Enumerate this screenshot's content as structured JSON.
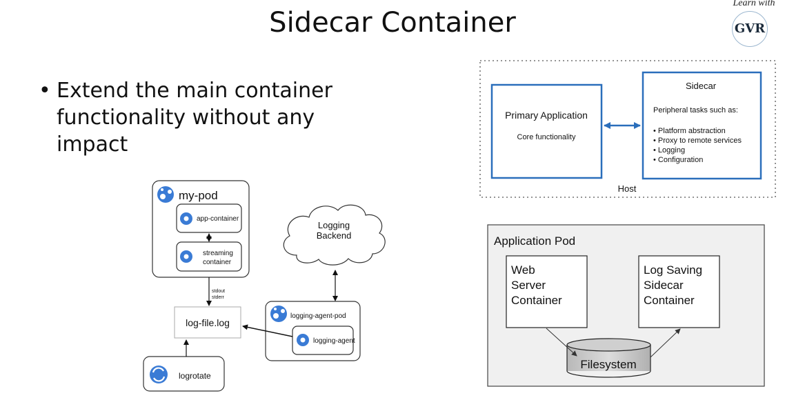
{
  "slide": {
    "title": "Sidecar Container",
    "bullet": "Extend the main container functionality without any impact",
    "logo": {
      "caption": "Learn with",
      "mark": "GVR"
    }
  },
  "k8s_diagram": {
    "pod_label": "my-pod",
    "app_container": "app-container",
    "streaming_container": [
      "streaming",
      "container"
    ],
    "stream_labels": [
      "stdout",
      "stderr"
    ],
    "log_file": "log-file.log",
    "logging_backend": [
      "Logging",
      "Backend"
    ],
    "agent_pod_label": "logging-agent-pod",
    "agent_label": "logging-agent",
    "logrotate_label": "logrotate"
  },
  "host_diagram": {
    "primary_title": "Primary Application",
    "primary_sub": "Core functionality",
    "sidecar_title": "Sidecar",
    "sidecar_intro": "Peripheral tasks such as:",
    "sidecar_tasks": [
      "• Platform abstraction",
      "• Proxy to remote services",
      "• Logging",
      "• Configuration"
    ],
    "host_label": "Host",
    "colors": {
      "accent": "#2a6ebb"
    }
  },
  "pod_diagram": {
    "pod_label": "Application Pod",
    "web_server": [
      "Web",
      "Server",
      "Container"
    ],
    "log_sidecar": [
      "Log Saving",
      "Sidecar",
      "Container"
    ],
    "filesystem": "Filesystem"
  }
}
